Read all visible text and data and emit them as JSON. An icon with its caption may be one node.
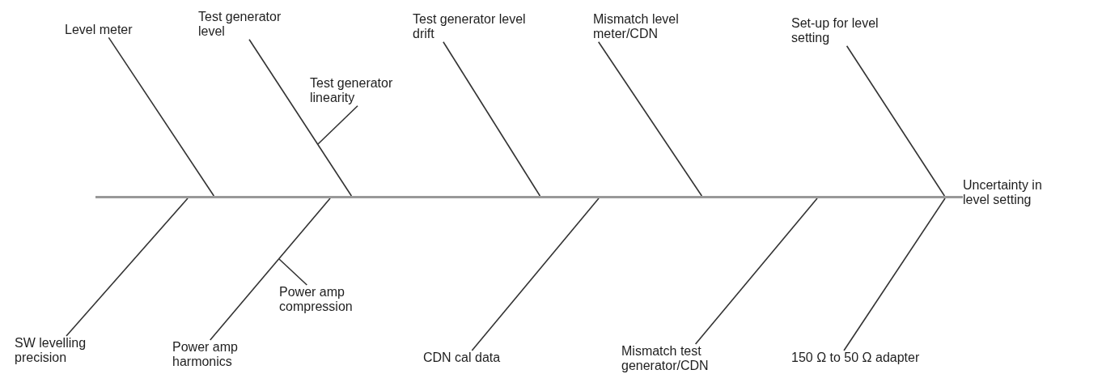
{
  "diagram": {
    "nodes": [
      {
        "text": [
          "Level meter"
        ]
      },
      {
        "text": [
          "Test generator level"
        ]
      },
      {
        "text": [
          "Test generator linearity"
        ]
      },
      {
        "text": [
          "Test generator level drift"
        ]
      },
      {
        "text": [
          "Mismatch level meter/CDN"
        ]
      },
      {
        "text": [
          "Set-up for level setting"
        ]
      },
      {
        "text": [
          "Uncertainty in level setting"
        ]
      },
      {
        "text": [
          "SW levelling precision"
        ]
      },
      {
        "text": [
          "Power amp harmonics"
        ]
      },
      {
        "text": [
          "Power amp compression"
        ]
      },
      {
        "text": [
          "CDN cal data"
        ]
      },
      {
        "text": [
          "Mismatch test generator/CDN"
        ]
      },
      {
        "text": [
          "150 Ω to 50 Ω adapter"
        ]
      },
      {
        "text": [],
        "shape": "bar"
      }
    ],
    "edges": [
      {
        "from": 0,
        "to": 13,
        "arrow": "none"
      },
      {
        "from": 1,
        "to": 13,
        "arrow": "none"
      },
      {
        "from": 2,
        "to": null,
        "arrow": "none"
      },
      {
        "from": 3,
        "to": 13,
        "arrow": "none"
      },
      {
        "from": 4,
        "to": 13,
        "arrow": "none"
      },
      {
        "from": 5,
        "to": 13,
        "arrow": "none"
      },
      {
        "from": 7,
        "to": 13,
        "arrow": "none"
      },
      {
        "from": 8,
        "to": 13,
        "arrow": "none"
      },
      {
        "from": 9,
        "to": null,
        "arrow": "none"
      },
      {
        "from": 10,
        "to": 13,
        "arrow": "none"
      },
      {
        "from": 11,
        "to": 13,
        "arrow": "none"
      },
      {
        "from": 12,
        "to": 13,
        "arrow": "none"
      },
      {
        "from": 13,
        "to": 6,
        "arrow": "none",
        "color": "#999999"
      }
    ]
  }
}
